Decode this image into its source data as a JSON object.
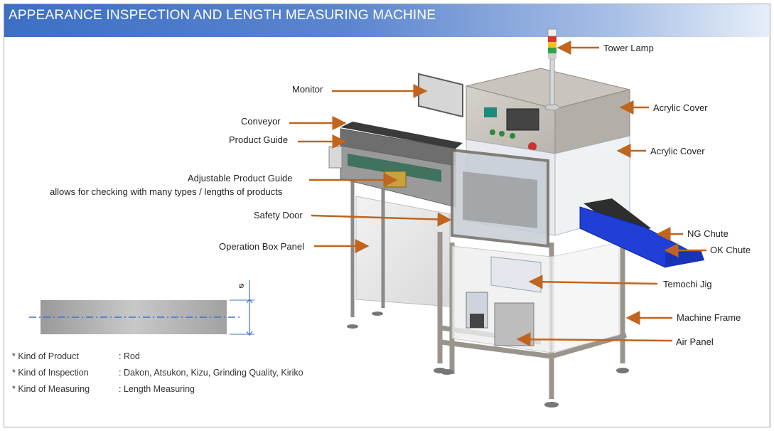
{
  "title": "APPEARANCE INSPECTION AND LENGTH MEASURING MACHINE",
  "callouts": {
    "tower_lamp": "Tower Lamp",
    "monitor": "Monitor",
    "acrylic_cover_1": "Acrylic Cover",
    "acrylic_cover_2": "Acrylic Cover",
    "conveyor": "Conveyor",
    "product_guide": "Product Guide",
    "adjustable_guide": "Adjustable Product Guide",
    "adjustable_guide_note": "allows for checking with many types / lengths of products",
    "safety_door": "Safety Door",
    "operation_box_panel": "Operation Box Panel",
    "ng_chute": "NG Chute",
    "ok_chute": "OK Chute",
    "temochi_jig": "Temochi Jig",
    "machine_frame": "Machine Frame",
    "air_panel": "Air Panel"
  },
  "specs": [
    {
      "key": "* Kind of Product",
      "value": ": Rod"
    },
    {
      "key": "* Kind of Inspection",
      "value": ": Dakon, Atsukon, Kizu, Grinding Quality, Kiriko"
    },
    {
      "key": "* Kind of Measuring",
      "value": ": Length Measuring"
    }
  ],
  "rod_symbol": "⌀",
  "colors": {
    "arrow": "#c0641e",
    "centerline": "#3f72c9",
    "chute": "#1f3fd6",
    "title_text": "#ffffff"
  }
}
